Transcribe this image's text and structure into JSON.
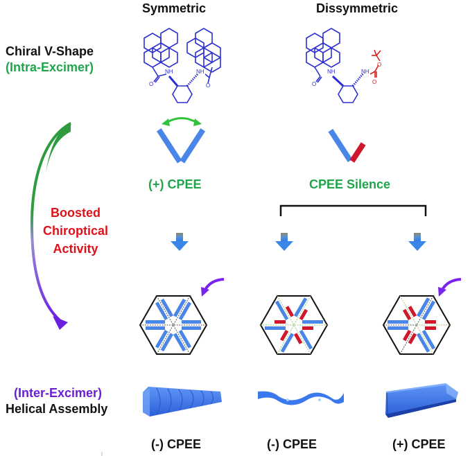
{
  "colors": {
    "green": "#1fa64a",
    "red": "#e0101a",
    "purple": "#6a1fd0",
    "blue_molecule": "#2b2fd0",
    "red_molecule": "#d81e1e",
    "bar_blue": "#4a86e8",
    "bar_red": "#d0182c",
    "arrow_green": "#2fc23a",
    "arrow_purple": "#7a22ee",
    "black": "#111111"
  },
  "columns": {
    "symmetric": "Symmetric",
    "dissymmetric": "Dissymmetric"
  },
  "row_labels": {
    "chiral_v_shape": "Chiral V-Shape",
    "intra_excimer": "(Intra-Excimer)",
    "boosted": [
      "Boosted",
      "Chiroptical",
      "Activity"
    ],
    "inter_excimer": "(Inter-Excimer)",
    "helical_assembly": "Helical Assembly"
  },
  "molecules": {
    "symmetric": {
      "description": "bis-pyrene amide on trans-cyclohexanediamine",
      "atoms": [
        "NH",
        "NH",
        "O",
        "O"
      ]
    },
    "dissymmetric": {
      "description": "pyrene amide + Boc carbamate on trans-cyclohexanediamine",
      "atoms": [
        "NH",
        "NH",
        "O",
        "O",
        "O"
      ]
    }
  },
  "cpee": {
    "symmetric": "(+) CPEE",
    "dissymmetric": "CPEE Silence"
  },
  "assemblies": [
    {
      "name": "hexagonal-symmetric",
      "morphology": "twisted-bundle",
      "cpee": "(-) CPEE",
      "rotation_arrow": true
    },
    {
      "name": "hexagonal-dissymmetric-a",
      "morphology": "twisted-ribbon",
      "cpee": "(-) CPEE",
      "rotation_arrow": false
    },
    {
      "name": "hexagonal-dissymmetric-b",
      "morphology": "tube-prism",
      "cpee": "(+) CPEE",
      "rotation_arrow": true
    }
  ]
}
